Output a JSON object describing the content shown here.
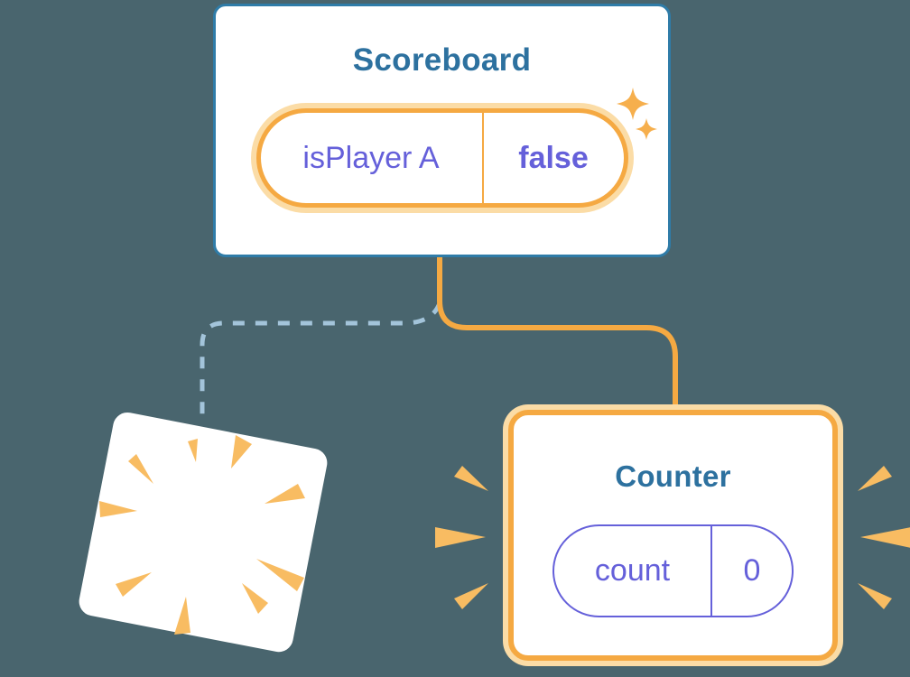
{
  "illustration": {
    "background_color": "#49656E",
    "accent_orange": "#F5A942",
    "accent_orange_light": "#FBDCA6",
    "card_border_blue": "#2F7CA8",
    "title_color": "#2D719F",
    "state_text_color": "#6560DA",
    "dashed_line_color": "#A3C4DA",
    "burst_color": "#F8BC62",
    "sparkle_color": "#F6AF4D"
  },
  "scoreboard_card": {
    "title": "Scoreboard",
    "state_pill": {
      "label": "isPlayer A",
      "value": "false"
    }
  },
  "counter_card": {
    "title": "Counter",
    "state_pill": {
      "label": "count",
      "value": "0"
    }
  },
  "icons": {
    "sparkles": "sparkles-icon",
    "poof": "poof-burst-icon",
    "emphasis_left": "burst-lines-left-icon",
    "emphasis_right": "burst-lines-right-icon"
  }
}
